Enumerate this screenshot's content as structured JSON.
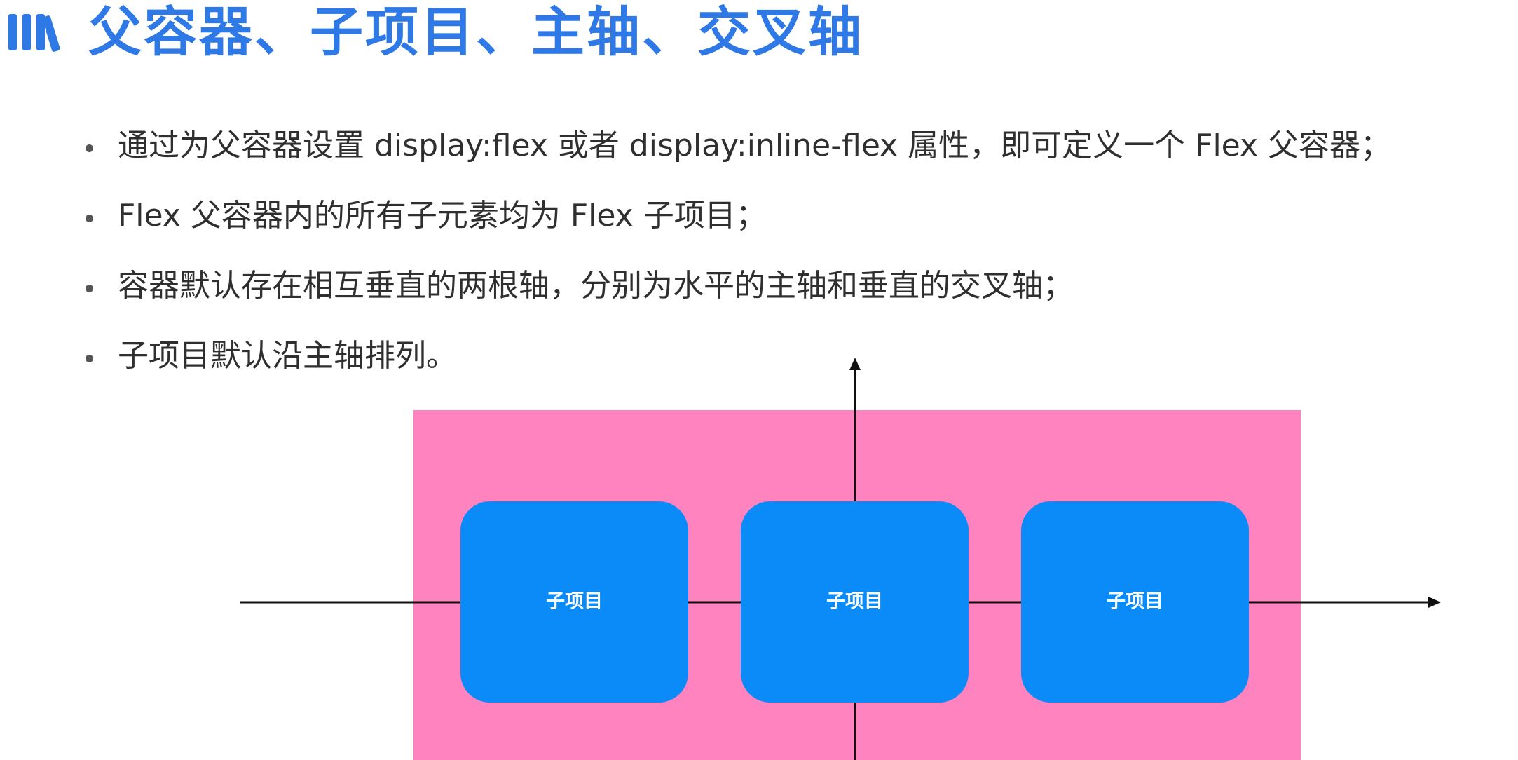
{
  "title": "父容器、子项目、主轴、交叉轴",
  "bullets": [
    "通过为父容器设置 display:flex 或者 display:inline-flex 属性，即可定义一个 Flex 父容器；",
    "Flex 父容器内的所有子元素均为 Flex 子项目；",
    "容器默认存在相互垂直的两根轴，分别为水平的主轴和垂直的交叉轴；",
    "子项目默认沿主轴排列。"
  ],
  "diagram": {
    "container_color": "#ff83bf",
    "item_color": "#0a8bf8",
    "axis_color": "#111111",
    "items": [
      {
        "label": "子项目"
      },
      {
        "label": "子项目"
      },
      {
        "label": "子项目"
      }
    ]
  },
  "icons": {
    "title_icon": "library-books-icon"
  },
  "colors": {
    "title": "#2e79e6",
    "text": "#2f2f2f"
  }
}
